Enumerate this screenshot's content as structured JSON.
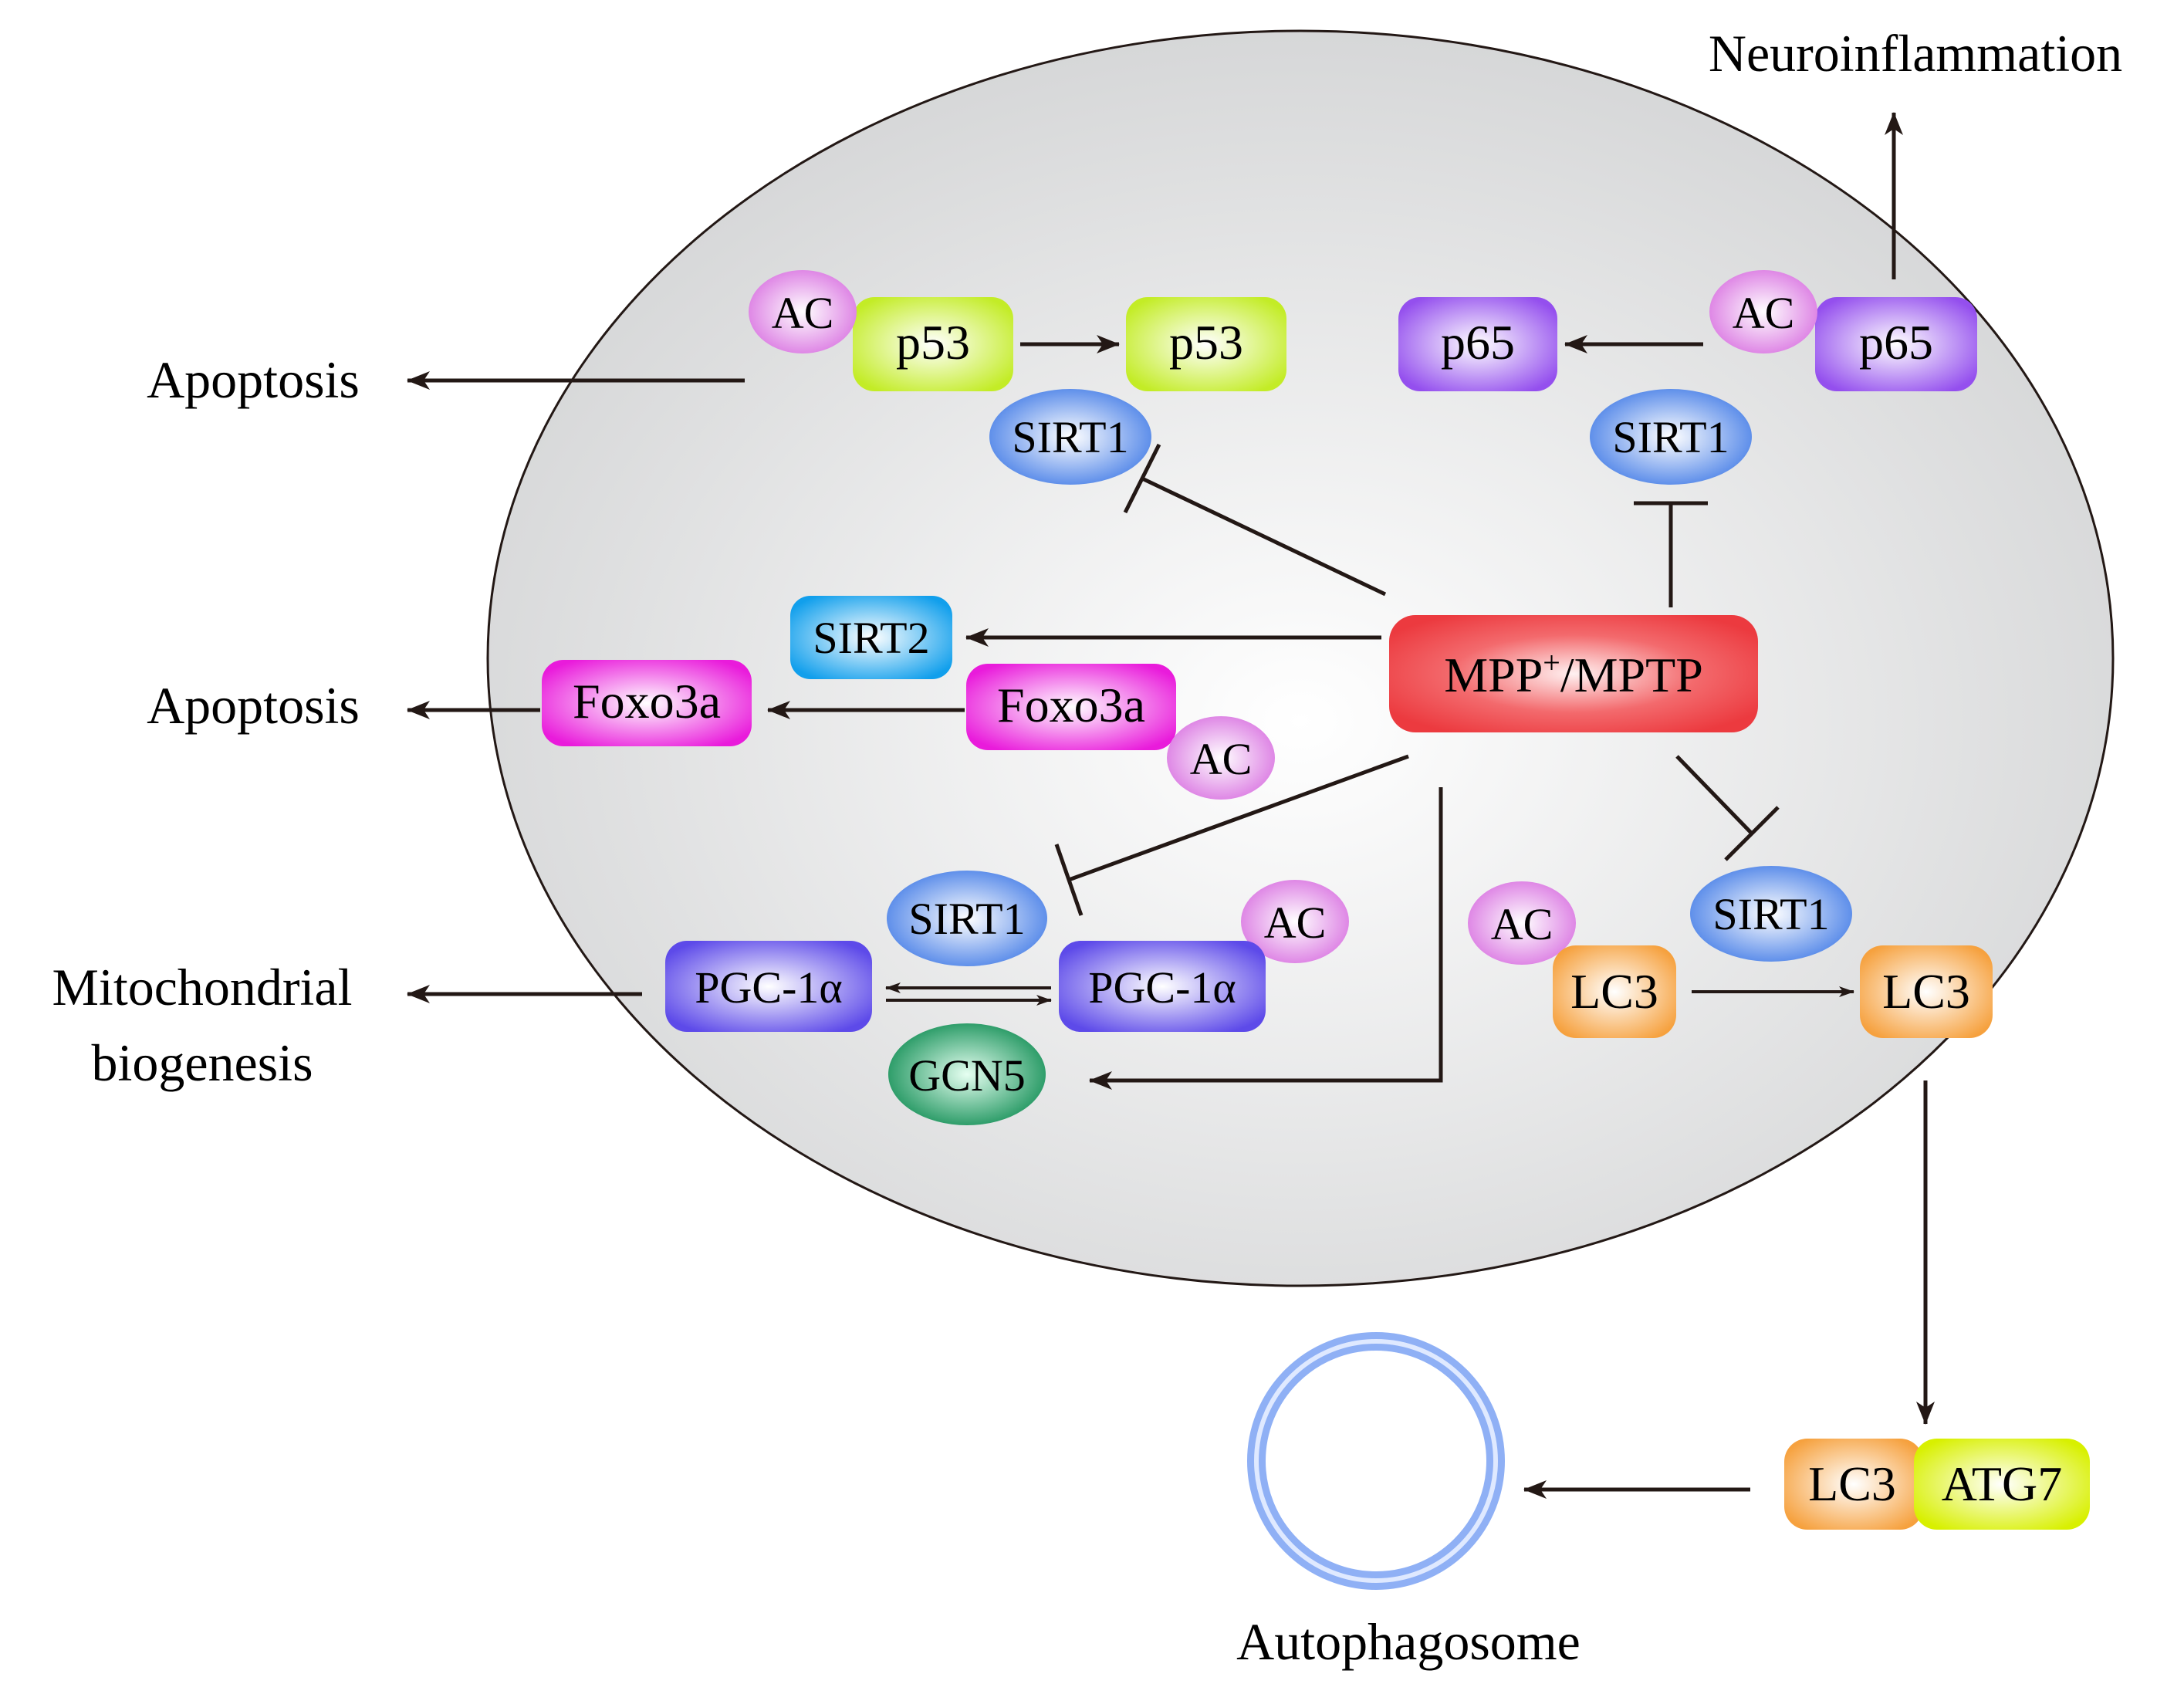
{
  "outcomes": {
    "neuroinflammation": "Neuroinflammation",
    "apoptosis_top": "Apoptosis",
    "apoptosis_mid": "Apoptosis",
    "mito_line1": "Mitochondrial",
    "mito_line2": "biogenesis",
    "autophagosome": "Autophagosome"
  },
  "nodes": {
    "mpp": {
      "main": "MPP",
      "sup": "+",
      "rest": "/MPTP"
    },
    "ac_p53": "AC",
    "p53_acetylated": "p53",
    "p53_deacetylated": "p53",
    "sirt1_p53": "SIRT1",
    "ac_p65": "AC",
    "p65_acetylated": "p65",
    "p65_deacetylated": "p65",
    "sirt1_p65": "SIRT1",
    "sirt2": "SIRT2",
    "foxo3a_deacetylated": "Foxo3a",
    "foxo3a_acetylated": "Foxo3a",
    "ac_foxo3a": "AC",
    "sirt1_pgc": "SIRT1",
    "pgc1a_left": "PGC-1α",
    "pgc1a_right": "PGC-1α",
    "ac_pgc": "AC",
    "gcn5": "GCN5",
    "ac_lc3": "AC",
    "sirt1_lc3": "SIRT1",
    "lc3_acetylated": "LC3",
    "lc3_deacetylated": "LC3",
    "lc3_complex": "LC3",
    "atg7": "ATG7"
  },
  "colors": {
    "cell_fill": "#d6d7d8",
    "arrow": "#231815",
    "mpp": "#f0454a",
    "ac": "#e07ee6",
    "p53": "#ccf03a",
    "p65": "#9b5cef",
    "sirt1": "#4f86ea",
    "sirt2": "#1ea7ee",
    "foxo3a": "#ec2ce0",
    "pgc1a": "#6a58ec",
    "gcn5": "#14935a",
    "lc3": "#f7a94c",
    "atg7": "#dcf20c",
    "autophagosome": "#8fb0f5"
  }
}
